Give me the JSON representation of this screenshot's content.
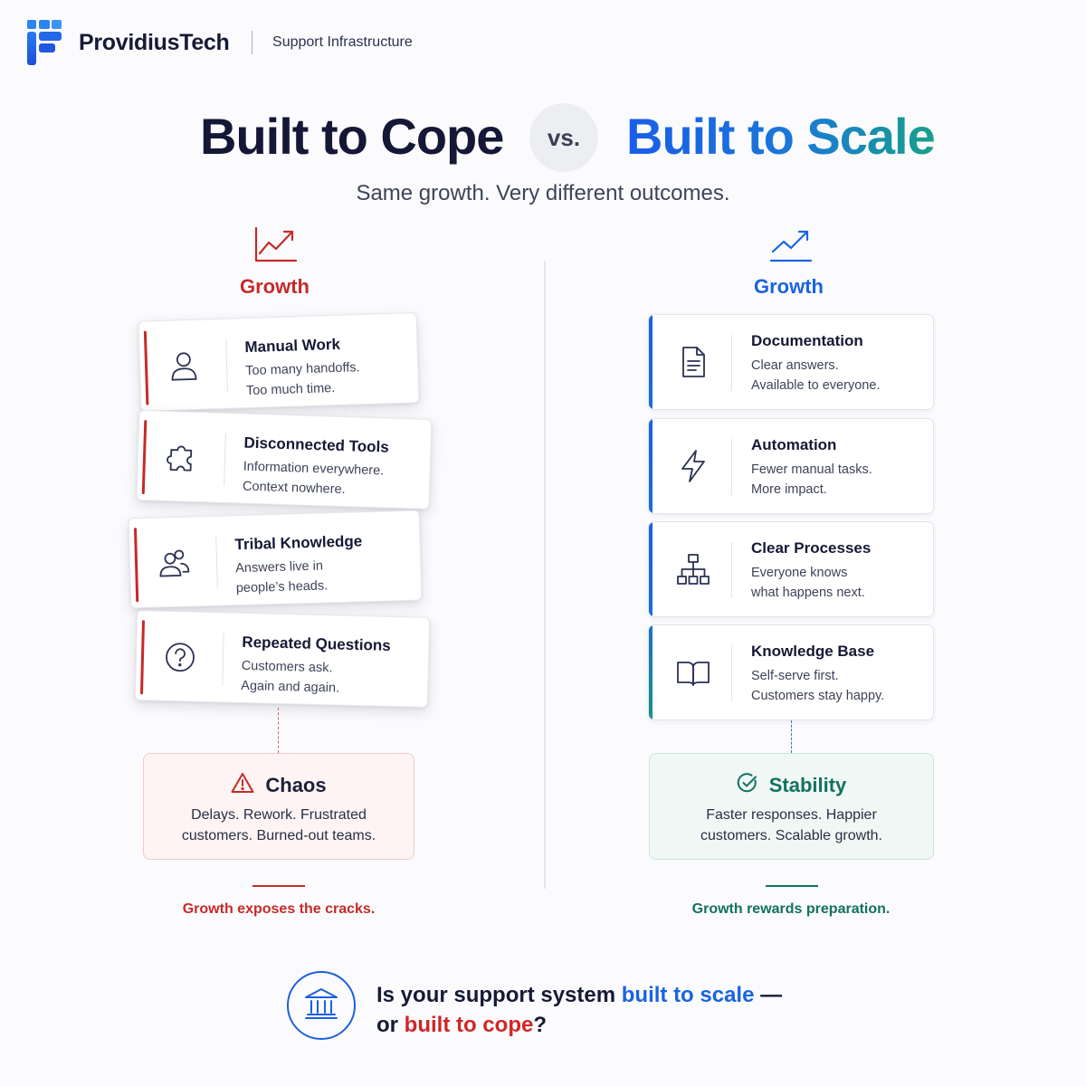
{
  "header": {
    "brand": "ProvidiusTech",
    "subtitle": "Support Infrastructure"
  },
  "title": {
    "left": "Built to Cope",
    "vs": "vs.",
    "right": "Built to Scale",
    "subtitle": "Same growth. Very different outcomes."
  },
  "left": {
    "growth_label": "Growth",
    "accent_color": "#c62a2a",
    "cards": [
      {
        "title": "Manual Work",
        "line1": "Too many handoffs.",
        "line2": "Too much time.",
        "icon": "user-icon"
      },
      {
        "title": "Disconnected Tools",
        "line1": "Information everywhere.",
        "line2": "Context nowhere.",
        "icon": "puzzle-icon"
      },
      {
        "title": "Tribal Knowledge",
        "line1": "Answers live in",
        "line2": "people’s heads.",
        "icon": "users-icon"
      },
      {
        "title": "Repeated Questions",
        "line1": "Customers ask.",
        "line2": "Again and again.",
        "icon": "question-icon"
      }
    ],
    "outcome": {
      "title": "Chaos",
      "line1": "Delays. Rework. Frustrated",
      "line2": "customers. Burned-out teams.",
      "icon": "warning-icon"
    },
    "tagline": "Growth exposes the cracks."
  },
  "right": {
    "growth_label": "Growth",
    "accent_color": "#1d5fe0",
    "cards": [
      {
        "title": "Documentation",
        "line1": "Clear answers.",
        "line2": "Available to everyone.",
        "icon": "document-icon"
      },
      {
        "title": "Automation",
        "line1": "Fewer manual tasks.",
        "line2": "More impact.",
        "icon": "lightning-icon"
      },
      {
        "title": "Clear Processes",
        "line1": "Everyone knows",
        "line2": "what happens next.",
        "icon": "hierarchy-icon"
      },
      {
        "title": "Knowledge Base",
        "line1": "Self-serve first.",
        "line2": "Customers stay happy.",
        "icon": "book-icon"
      }
    ],
    "outcome": {
      "title": "Stability",
      "line1": "Faster responses. Happier",
      "line2": "customers. Scalable growth.",
      "icon": "check-circle-icon"
    },
    "tagline": "Growth rewards preparation."
  },
  "cta": {
    "part1": "Is your support system ",
    "highlight1": "built to scale",
    "part2": " —",
    "part3": "or ",
    "highlight2": "built to cope",
    "part4": "?",
    "icon": "bank-icon"
  }
}
